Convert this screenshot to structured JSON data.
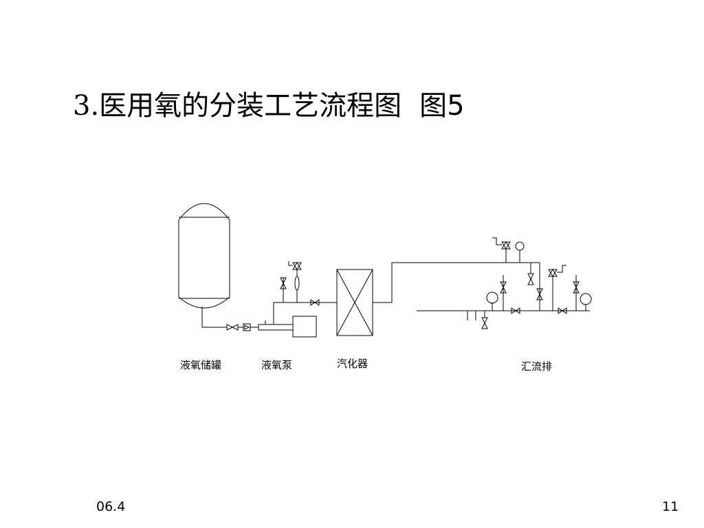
{
  "slide": {
    "title": "3.医用氧的分装工艺流程图",
    "figure_label": "图5",
    "date": "06.4",
    "page_number": "11"
  },
  "diagram": {
    "labels": {
      "tank": "液氧储罐",
      "pump": "液氧泵",
      "vaporizer": "汽化器",
      "manifold": "汇流排"
    }
  }
}
